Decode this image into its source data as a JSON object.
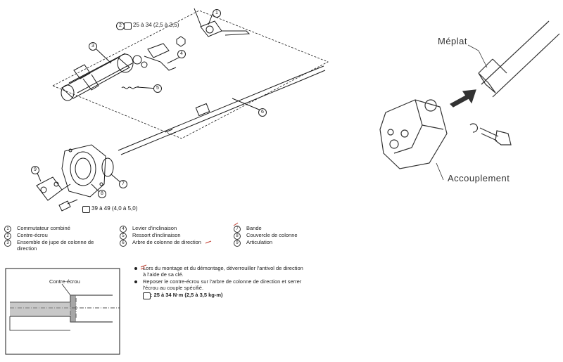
{
  "diagram": {
    "torque_top": "25 à 34 (2,5 à 3,5)",
    "torque_bottom": "39 à 49 (4,0 à 5,0)",
    "callouts": [
      "1",
      "2",
      "3",
      "4",
      "5",
      "6",
      "7",
      "8",
      "9"
    ],
    "legend": [
      {
        "num": "1",
        "text": "Commutateur combiné"
      },
      {
        "num": "2",
        "text": "Contre-écrou"
      },
      {
        "num": "3",
        "text": "Ensemble de jupe de colonne de",
        "text2": "direction"
      },
      {
        "num": "4",
        "text": "Levier d'inclinaison"
      },
      {
        "num": "5",
        "text": "Ressort d'inclinaison"
      },
      {
        "num": "6",
        "text": "Arbre de colonne de direction"
      },
      {
        "num": "7",
        "text": "Bande"
      },
      {
        "num": "8",
        "text": "Couvercle de colonne"
      },
      {
        "num": "9",
        "text": "Articulation"
      }
    ],
    "inset_label": "Contre-écrou",
    "instructions": {
      "line1": "Lors du montage et du démontage, déverrouiller l'antivol de direction",
      "line1b": "à l'aide de sa clé.",
      "line2": "Reposer le contre-écrou sur l'arbre de colonne de direction et serrer",
      "line2b": "l'écrou au couple spécifié.",
      "torque": ":  25 à 34 N·m (2,5 à 3,5 kg-m)"
    },
    "right_labels": {
      "meplat": "Méplat",
      "accouplement": "Accouplement"
    }
  },
  "colors": {
    "line": "#1a1a1a",
    "annotation_red": "#c0392b",
    "shade": "#9a9a9a"
  }
}
